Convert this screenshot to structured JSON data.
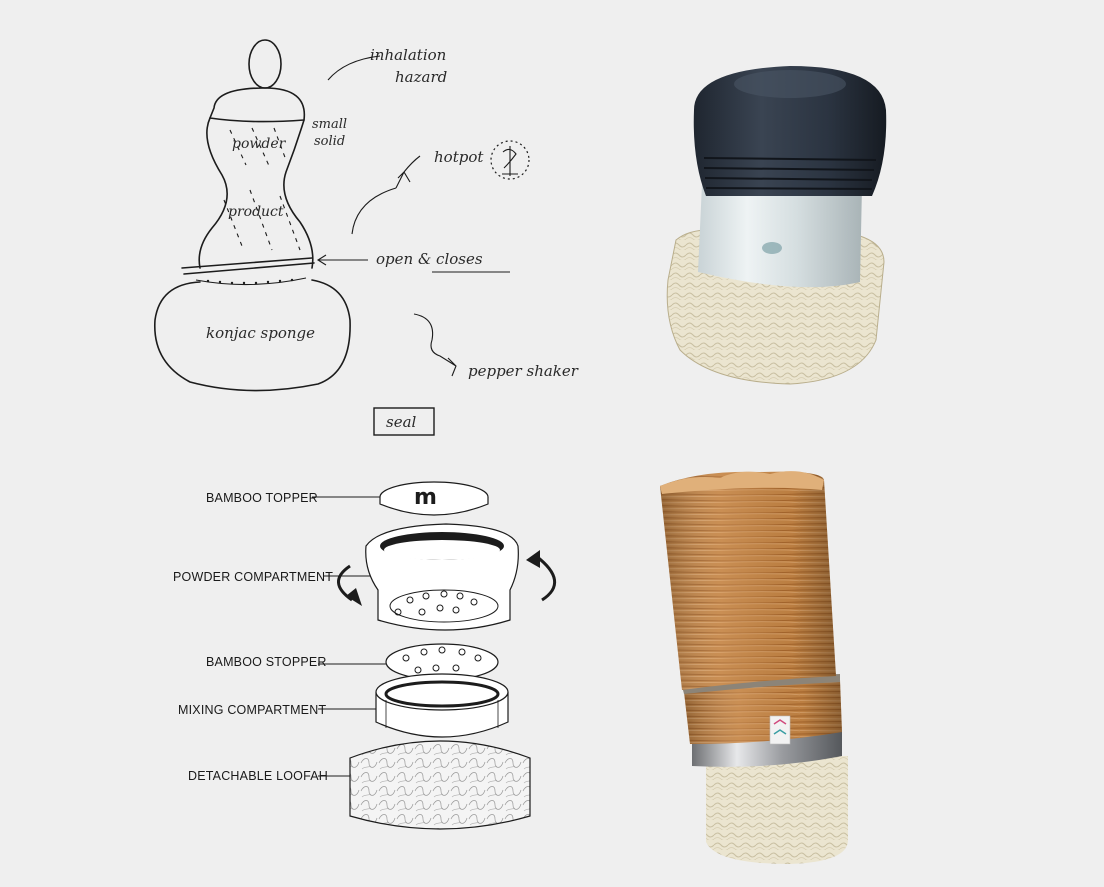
{
  "sketch": {
    "note_hazard_line1": "inhalation",
    "note_hazard_line2": "hazard",
    "note_solid_line1": "small",
    "note_solid_line2": "solid",
    "label_powder": "powder",
    "label_product": "product",
    "note_hotpot": "hotpot",
    "note_open_close": "open & closes",
    "label_sponge": "konjac sponge",
    "note_pepper": "pepper shaker",
    "box_seal": "seal"
  },
  "exploded_view": {
    "labels": [
      "BAMBOO TOPPER",
      "POWDER COMPARTMENT",
      "BAMBOO STOPPER",
      "MIXING COMPARTMENT",
      "DETACHABLE LOOFAH"
    ],
    "logo_mark": "m"
  },
  "photos": {
    "top_right": "grinder-cap-prototype-on-loofah",
    "bottom_right": "wood-veneer-cylinder-prototype-on-loofah"
  },
  "colors": {
    "background": "#efefef",
    "ink": "#1c1c1c",
    "cap": "#2b3441",
    "loofah": "#e6dfc8",
    "wood": "#c98a4a"
  }
}
